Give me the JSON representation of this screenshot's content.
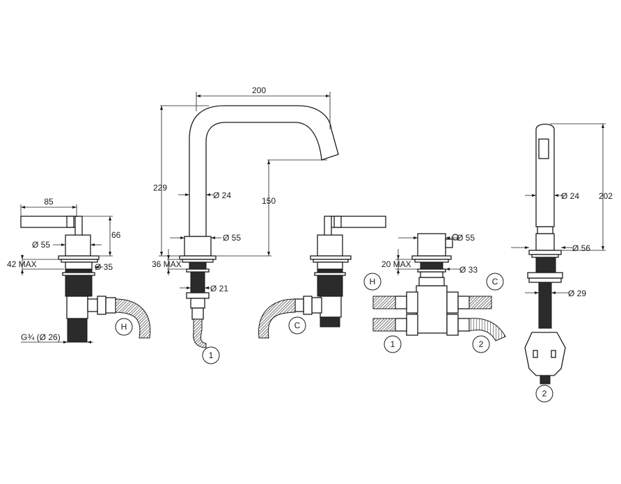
{
  "colors": {
    "line": "#1a1a1a",
    "thread": "#2b2b2b",
    "background": "#ffffff"
  },
  "left_valve": {
    "dim_width": "85",
    "dim_height": "66",
    "dim_body_dia": "Ø 55",
    "dim_max": "42 MAX",
    "dim_flange_dia": "Ø 35",
    "dim_connection": "G¾ (Ø 26)",
    "label_inlet": "H"
  },
  "spout": {
    "dim_reach": "200",
    "dim_total_height": "229",
    "dim_spout_dia": "Ø 24",
    "dim_outlet_height": "150",
    "dim_base_dia": "Ø 55",
    "dim_max": "36 MAX",
    "dim_shank_dia": "Ø 21",
    "label_outlet": "1"
  },
  "right_valve": {
    "label_inlet": "C"
  },
  "diverter": {
    "dim_body_dia": "Ø 55",
    "dim_max": "20 MAX",
    "dim_flange_dia": "Ø 33",
    "label_hot": "H",
    "label_cold": "C",
    "label_outlet_1": "1",
    "label_outlet_2": "2"
  },
  "handshower": {
    "dim_handle_dia": "Ø 24",
    "dim_height": "202",
    "dim_base_dia": "Ø 56",
    "dim_shank_dia": "Ø 29",
    "label_outlet": "2"
  }
}
